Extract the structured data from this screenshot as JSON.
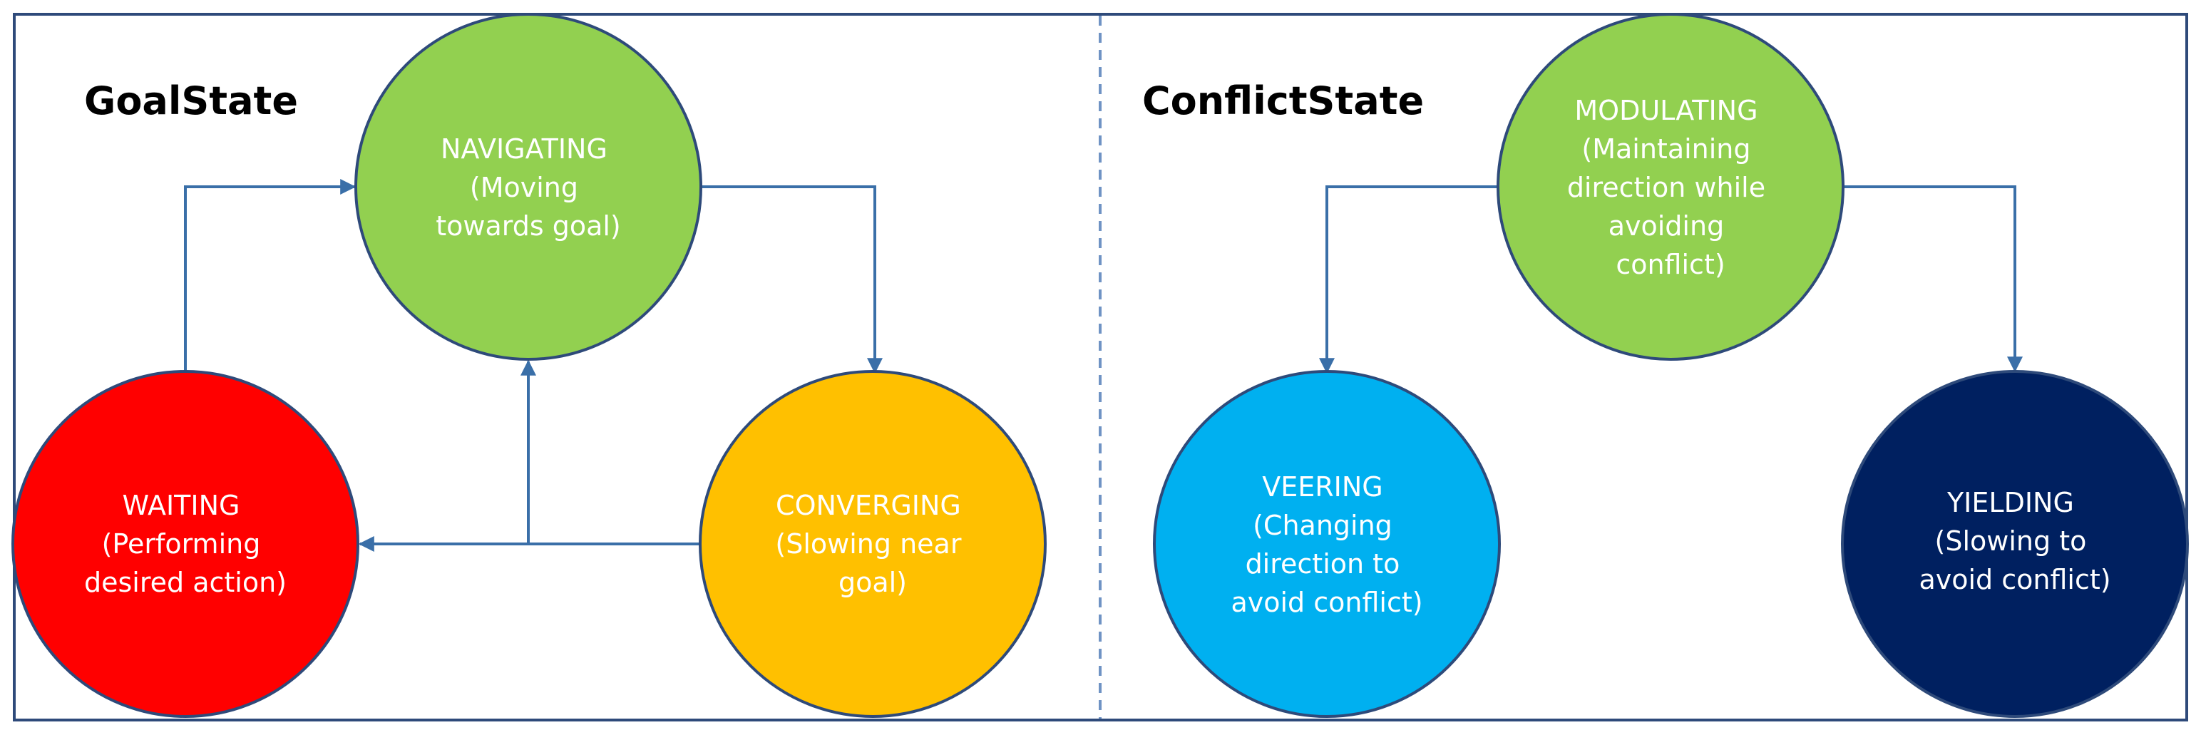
{
  "colors": {
    "border": "#2e4a7a",
    "arrow": "#3a6fa8",
    "divider": "#6f93c4",
    "waiting": "#ff0000",
    "navigating": "#92d050",
    "converging": "#ffc000",
    "modulating": "#92d050",
    "veering": "#00b0f0",
    "yielding": "#002060",
    "text": "#ffffff"
  },
  "goal_panel": {
    "title": "GoalState",
    "nodes": {
      "navigating": {
        "lines": [
          "NAVIGATING",
          "(Moving",
          "towards goal)"
        ]
      },
      "waiting": {
        "lines": [
          "WAITING",
          "(Performing",
          "desired action)"
        ]
      },
      "converging": {
        "lines": [
          "CONVERGING",
          "(Slowing near",
          "goal)"
        ]
      }
    }
  },
  "conflict_panel": {
    "title": "ConflictState",
    "nodes": {
      "modulating": {
        "lines": [
          "MODULATING",
          "(Maintaining",
          "direction while",
          "avoiding",
          "conflict)"
        ]
      },
      "veering": {
        "lines": [
          "VEERING",
          "(Changing",
          "direction to",
          "avoid conflict)"
        ]
      },
      "yielding": {
        "lines": [
          "YIELDING",
          "(Slowing to",
          "avoid conflict)"
        ]
      }
    }
  }
}
